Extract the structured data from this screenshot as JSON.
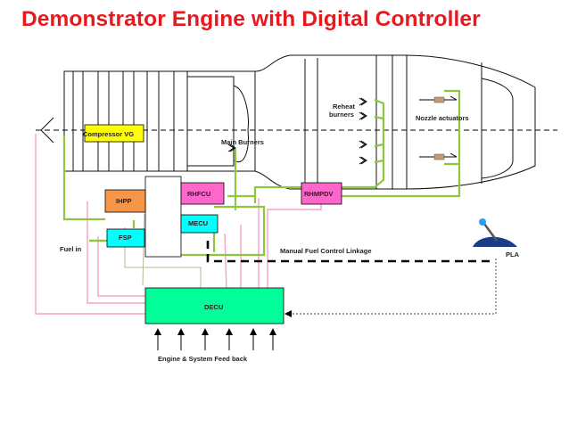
{
  "title": "Demonstrator Engine with Digital Controller",
  "labels": {
    "compressor": "Compressor  VG",
    "main_burners": "Main Burners",
    "reheat_1": "Reheat",
    "reheat_2": "burners",
    "nozzle": "Nozzle actuators",
    "fuel_in": "Fuel  in",
    "manual": "Manual Fuel Control Linkage",
    "pla": "PLA",
    "feedback": "Engine  &  System  Feed  back"
  },
  "blocks": {
    "ihpp": "IHPP",
    "fsp": "FSP",
    "rhfcu": "RHFCU",
    "mecu": "MECU",
    "rhmpdv": "RHMPDV",
    "decu": "DECU"
  },
  "colors": {
    "title": "#e8191e",
    "fuel_lines": "#8fc63f",
    "signal_lines": "#f4a3c8",
    "pump_blocks": "#f79646",
    "control_blocks": "#ff66cc",
    "valve_blocks": "#00ffff",
    "decu": "#00ff99",
    "compressor_vg": "#ffff00",
    "nozzle_actuator": "#c8996e"
  }
}
